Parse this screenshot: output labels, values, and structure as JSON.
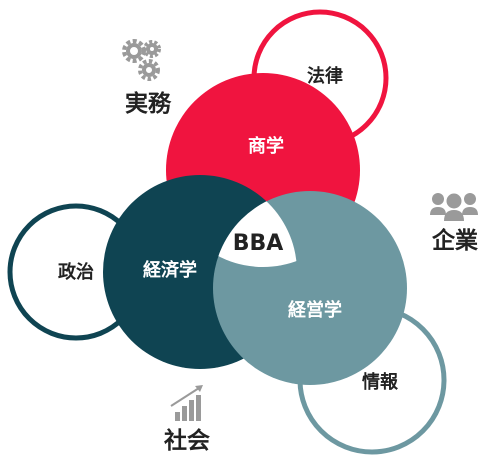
{
  "center": {
    "label": "BBA"
  },
  "core": {
    "commerce": "商学",
    "economics": "経済学",
    "management": "経営学"
  },
  "outer": {
    "law": "法律",
    "politics": "政治",
    "information": "情報"
  },
  "side": {
    "practice": "実務",
    "enterprise": "企業",
    "society": "社会"
  },
  "icons": {
    "practice": "gears-icon",
    "enterprise": "people-group-icon",
    "society": "growth-chart-icon"
  },
  "colors": {
    "red": "#f0143f",
    "teal_dark": "#0f4452",
    "teal_light": "#6d98a1",
    "icon_gray": "#9a9a9a",
    "text_dark": "#222222"
  }
}
